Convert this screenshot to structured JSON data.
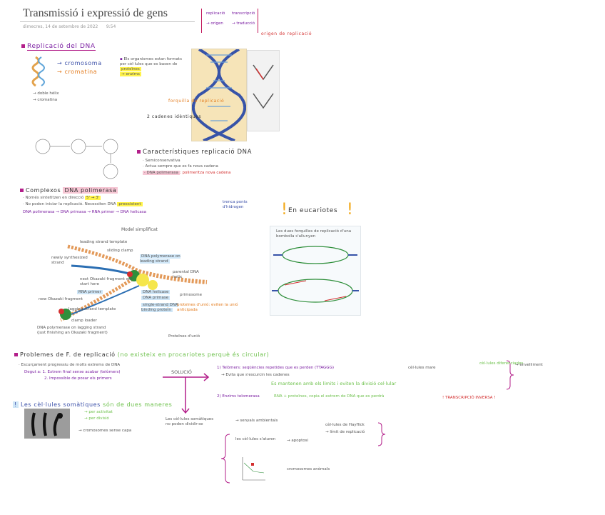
{
  "header": {
    "title": "Transmissió i expressió de gens",
    "date": "dimecres, 14 de setembre de 2022",
    "time": "9:54"
  },
  "legend_box": {
    "left_top": "replicació",
    "left_bottom": "→ origen",
    "right_top": "transcripció",
    "right_bottom": "→ traducció"
  },
  "section1": {
    "heading": "Replicació del DNA",
    "note1": "→ cromosoma",
    "note2": "→ cromatina",
    "note3": "→ doble hèlix",
    "note4": "→ cromatina",
    "bullet": "Els organismes estan formats per cèl·lules que es basen de",
    "bullet_hl": "proteïnes",
    "bullet_hl2": "→ enzims",
    "dna_label": "origen de replicació",
    "dna_label2": "forquilla de replicació",
    "dna_label3": "2 cadenes idèntiques"
  },
  "characteristics": {
    "heading": "Característiques replicació DNA",
    "item1": "· Semiconservativa",
    "item2": "· Actua sempre que es fa nova cadena",
    "item3_hl": "· DNA polimerasa",
    "item3_rest": ": polimeritza nova cadena"
  },
  "polymerase": {
    "heading_pre": "Complexos",
    "heading_hl": "DNA polimerasa",
    "line1_pre": "· Només sintetitzen en direcció",
    "line1_hl": "5' → 3'",
    "line2_pre": "· No poden iniciar la replicació. Necessiten DNA",
    "line2_hl": "preexistent",
    "line3": "DNA polimerasa → DNA primasa → RNA primer → DNA helicasa",
    "note_right": "trenca ponts d'hidrogen"
  },
  "model": {
    "title": "Model simplificat",
    "label_leading": "leading strand template",
    "label_sliding": "sliding clamp",
    "label_pol_leading": "DNA polymerase on leading strand",
    "label_newly": "newly synthesized strand",
    "label_okazaki": "next Okazaki fragment will start here",
    "label_parental": "parental DNA helix",
    "label_rna_primer": "RNA primer",
    "label_helicase": "DNA helicase",
    "label_primase": "DNA primase",
    "label_primosome": "primosome",
    "label_new_okazaki": "new Okazaki fragment",
    "label_lagging": "lagging strand template",
    "label_ssb": "single-strand DNA binding protein",
    "label_clamp_loader": "clamp loader",
    "label_pol_lagging": "DNA polymerase on lagging strand (just finishing an Okazaki fragment)",
    "caption": "Proteïnes d'unió",
    "note_orange": "proteïnes d'unió: eviten la unió anticipada"
  },
  "eukaryotes": {
    "heading": "En eucariotes",
    "caption": "Les dues forquilles de replicació d'una bombolla s'allunyen"
  },
  "problems": {
    "heading": "Problemes de F. de replicació",
    "heading_note": "(no existeix en procariotes perquè és circular)",
    "bullet1": "· Escurçament progressiu de molts extrems de DNA",
    "bullet1_note": "Degut a: 1. Extrem final sense acabar (telòmers)",
    "bullet1_note2": "2. Impossible de posar els primers",
    "solution_label": "SOLUCIÓ",
    "sol1": "1) Telòmers: seqüències repetides que es perden (TTAGGG)",
    "sol1b": "→ Evita que s'escurcin les cadenes",
    "sol1c": "Es mantenen amb els límits i eviten la divisió cel·lular",
    "sol2": "2) Enzims telomerasa",
    "sol2_note": "RNA + proteïnes, copia el extrem de DNA que es perdrà",
    "sol2_warn": "! TRANSCRIPCIÓ INVERSA !",
    "right1": "cèl·lules mare",
    "right2": "cèl·lules diferenciades",
    "right3": "→ envelliment"
  },
  "cells": {
    "heading": "Les cèl·lules somàtiques",
    "note": "són de dues maneres",
    "item1": "→ per activitat",
    "item2": "→ per divisió",
    "item3": "→ cromosomes sense capa",
    "flow1": "Les cèl·lules somàtiques no poden dividir-se",
    "flow2": "→ senyals ambientals",
    "flow3": "cèl·lules de Hayflick",
    "flow4": "→ límit de replicació",
    "flow5": "les cèl·lules s'aturen",
    "flow6": "→ apoptosi",
    "flow7": "cromosomes anòmals"
  }
}
